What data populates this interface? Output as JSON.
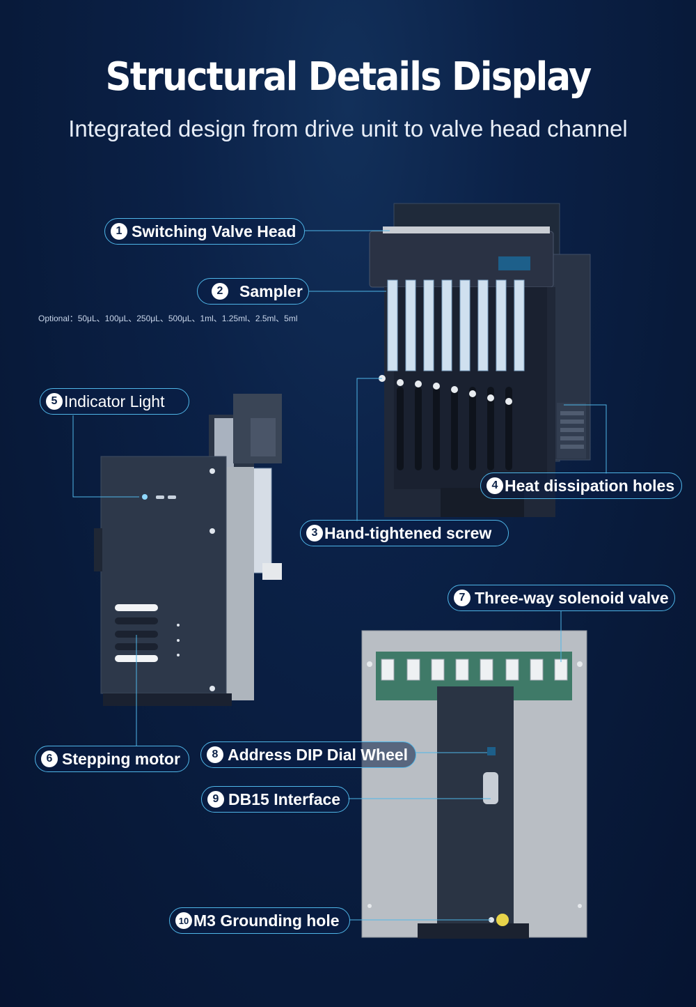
{
  "header": {
    "title": "Structural Details Display",
    "subtitle": "Integrated design from drive unit to valve head channel"
  },
  "sampler_options": "Optional：50μL、100μL、250μL、500μL、1ml、1.25ml、2.5ml、5ml",
  "callouts": [
    {
      "number": "1",
      "label": "Switching Valve Head"
    },
    {
      "number": "2",
      "label": "Sampler"
    },
    {
      "number": "3",
      "label": "Hand-tightened screw"
    },
    {
      "number": "4",
      "label": "Heat dissipation holes"
    },
    {
      "number": "5",
      "label": "Indicator Light"
    },
    {
      "number": "6",
      "label": "Stepping motor"
    },
    {
      "number": "7",
      "label": "Three-way solenoid valve"
    },
    {
      "number": "8",
      "label": "Address DIP Dial Wheel"
    },
    {
      "number": "9",
      "label": "DB15 Interface"
    },
    {
      "number": "10",
      "label": "M3 Grounding hole"
    }
  ],
  "colors": {
    "accent": "#4fb6e8",
    "background": "#0b2147"
  }
}
